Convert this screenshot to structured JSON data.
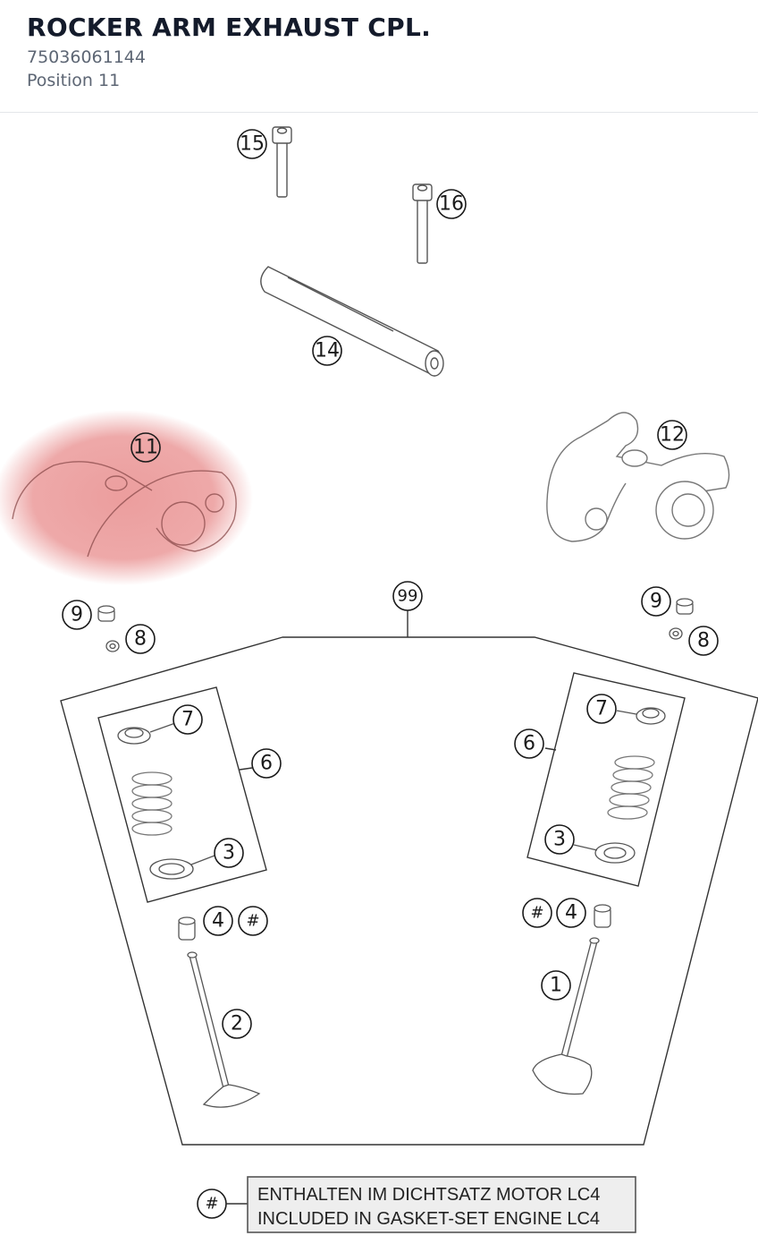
{
  "header": {
    "title": "ROCKER ARM EXHAUST CPL.",
    "part_number": "75036061144",
    "position": "Position 11"
  },
  "diagram": {
    "highlight_color": "#e88c8c",
    "callouts": {
      "c15": "15",
      "c16": "16",
      "c14": "14",
      "c11": "11",
      "c12": "12",
      "c99": "99",
      "c9a": "9",
      "c8a": "8",
      "c9b": "9",
      "c8b": "8",
      "c7a": "7",
      "c6a": "6",
      "c3a": "3",
      "c4a": "4",
      "hasha": "#",
      "c2": "2",
      "c7b": "7",
      "c6b": "6",
      "c3b": "3",
      "c4b": "4",
      "hashb": "#",
      "c1": "1",
      "hash_note": "#"
    },
    "note": {
      "line1": "ENTHALTEN IM DICHTSATZ MOTOR LC4",
      "line2": "INCLUDED IN GASKET-SET ENGINE LC4"
    }
  }
}
